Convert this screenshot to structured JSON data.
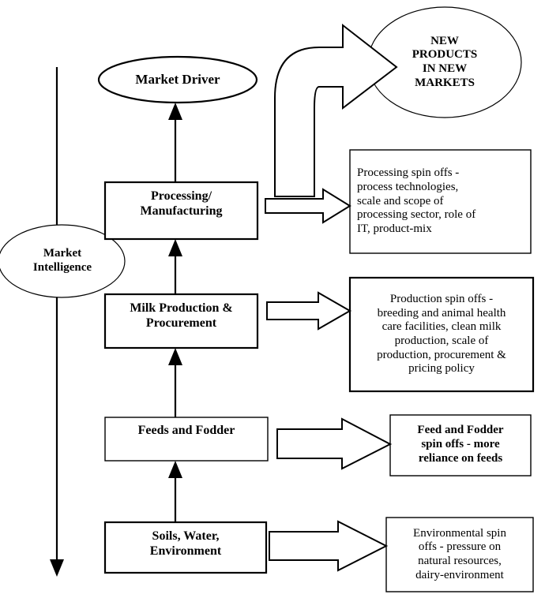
{
  "diagram": {
    "title": "Dairy value chain and spin offs flow diagram",
    "colors": {
      "stroke": "#000000",
      "fill": "#ffffff",
      "text": "#000000"
    },
    "outcome_ellipses": [
      {
        "name": "market-driver",
        "label": "Market Driver",
        "lines": [
          "Market Driver"
        ]
      },
      {
        "name": "new-products-in-new-markets",
        "label": "NEW PRODUCTS IN NEW MARKETS",
        "lines": [
          "NEW",
          "PRODUCTS",
          "IN NEW",
          "MARKETS"
        ]
      },
      {
        "name": "market-intelligence",
        "label": "Market Intelligence",
        "lines": [
          "Market",
          "Intelligence"
        ]
      }
    ],
    "chain_boxes": [
      {
        "name": "processing-manufacturing",
        "label": "Processing/ Manufacturing",
        "lines": [
          "Processing/",
          "Manufacturing"
        ]
      },
      {
        "name": "milk-production-procurement",
        "label": "Milk Production & Procurement",
        "lines": [
          "Milk Production &",
          "Procurement"
        ]
      },
      {
        "name": "feeds-and-fodder",
        "label": "Feeds and Fodder",
        "lines": [
          "Feeds and Fodder"
        ]
      },
      {
        "name": "soils-water-environment",
        "label": "Soils, Water, Environment",
        "lines": [
          "Soils, Water,",
          "Environment"
        ]
      }
    ],
    "spinoff_boxes": [
      {
        "name": "processing-spin-offs",
        "label": "Processing spin offs - process technologies, scale and scope of processing sector, role of IT, product-mix",
        "align": "left",
        "lines": [
          "Processing spin offs -",
          "process technologies,",
          "scale and scope of",
          "processing sector, role of",
          "IT, product-mix"
        ]
      },
      {
        "name": "production-spin-offs",
        "label": "Production spin offs - breeding and animal health care facilities, clean milk production, scale of production, procurement & pricing policy",
        "align": "center",
        "lines": [
          "Production spin offs -",
          "breeding and animal health",
          "care facilities, clean milk",
          "production, scale of",
          "production, procurement &",
          "pricing policy"
        ]
      },
      {
        "name": "feed-and-fodder-spin-offs",
        "label": "Feed and Fodder spin offs - more reliance on feeds",
        "align": "center",
        "lines": [
          "Feed and Fodder",
          "spin offs - more",
          "reliance on feeds"
        ]
      },
      {
        "name": "environmental-spin-offs",
        "label": "Environmental spin offs - pressure on natural resources, dairy-environment",
        "align": "center",
        "lines": [
          "Environmental spin",
          "offs - pressure on",
          "natural resources,",
          "dairy-environment"
        ]
      }
    ],
    "connectors": [
      {
        "name": "arrow-processing-to-market-driver",
        "kind": "thin-up-arrow"
      },
      {
        "name": "arrow-milk-to-processing",
        "kind": "thin-up-arrow"
      },
      {
        "name": "arrow-feeds-to-milk",
        "kind": "thin-up-arrow"
      },
      {
        "name": "arrow-soils-to-feeds",
        "kind": "thin-up-arrow"
      },
      {
        "name": "arrow-market-intelligence-down",
        "kind": "thin-down-arrow"
      },
      {
        "name": "curved-block-arrow-to-new-products",
        "kind": "curved-block-arrow"
      },
      {
        "name": "block-arrow-processing-spin-offs",
        "kind": "block-arrow-right"
      },
      {
        "name": "block-arrow-production-spin-offs",
        "kind": "block-arrow-right"
      },
      {
        "name": "block-arrow-feed-spin-offs",
        "kind": "block-arrow-right"
      },
      {
        "name": "block-arrow-environmental-spin-offs",
        "kind": "block-arrow-right"
      }
    ]
  }
}
